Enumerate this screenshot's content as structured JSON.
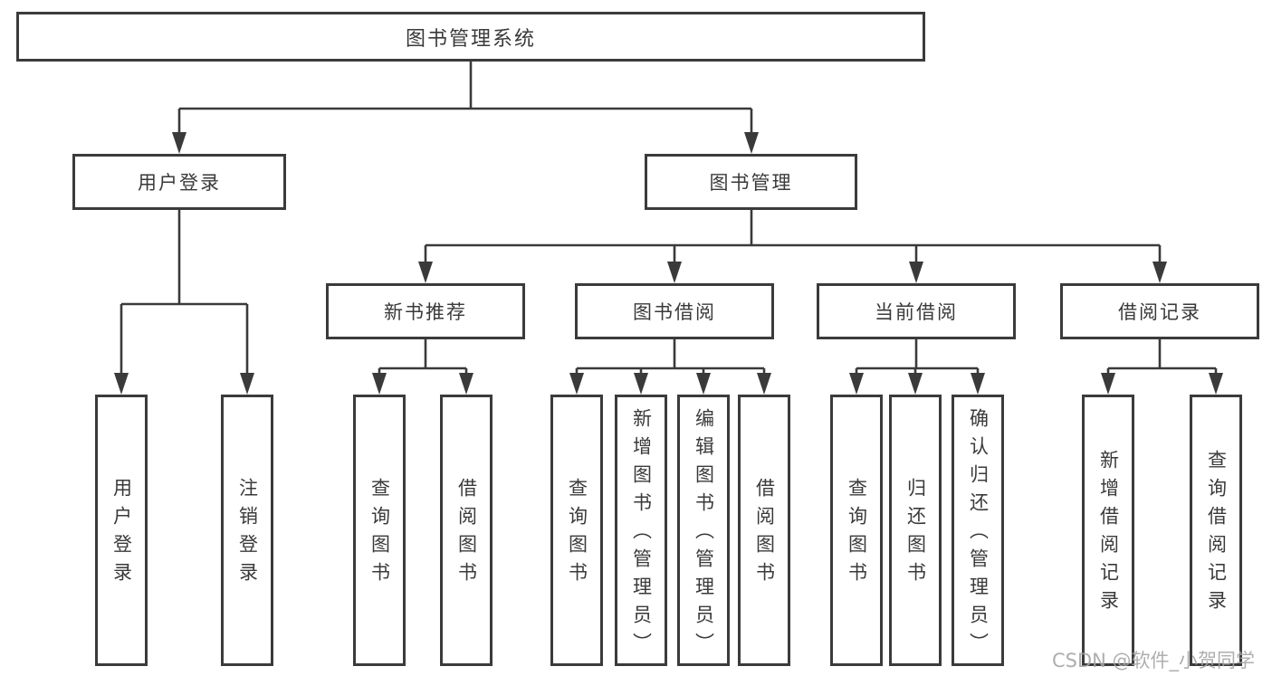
{
  "diagram": {
    "root_label": "图书管理系统",
    "branches": [
      {
        "label": "用户登录",
        "children": [
          "用户登录",
          "注销登录"
        ]
      },
      {
        "label": "图书管理",
        "children": [
          {
            "label": "新书推荐",
            "children": [
              "查询图书",
              "借阅图书"
            ]
          },
          {
            "label": "图书借阅",
            "children": [
              "查询图书",
              "新增图书（管理员）",
              "编辑图书（管理员）",
              "借阅图书"
            ]
          },
          {
            "label": "当前借阅",
            "children": [
              "查询图书",
              "归还图书",
              "确认归还（管理员）"
            ]
          },
          {
            "label": "借阅记录",
            "children": [
              "新增借阅记录",
              "查询借阅记录"
            ]
          }
        ]
      }
    ]
  },
  "colors": {
    "line": "#3a3a3a",
    "box_border": "#3b3b3b",
    "background": "#ffffff",
    "watermark": "#a5a5a5"
  },
  "watermark": {
    "text": "CSDN @软件_小贺同学"
  }
}
